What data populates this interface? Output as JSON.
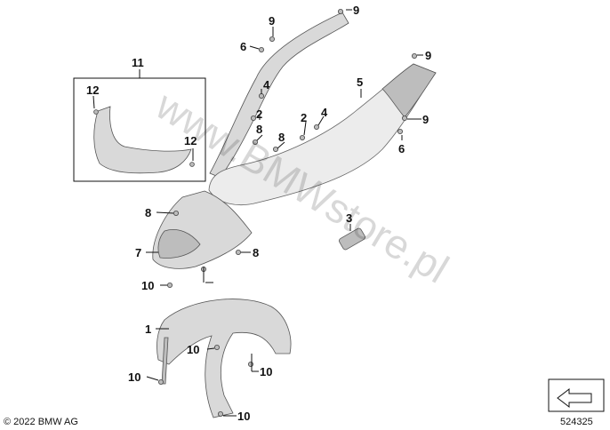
{
  "callouts": {
    "c1": "1",
    "c2a": "2",
    "c2b": "2",
    "c3": "3",
    "c4a": "4",
    "c4b": "4",
    "c5": "5",
    "c6a": "6",
    "c6b": "6",
    "c7": "7",
    "c8a": "8",
    "c8b": "8",
    "c8c": "8",
    "c8d": "8",
    "c9a": "9",
    "c9b": "9",
    "c9c": "9",
    "c9d": "9",
    "c10a": "10",
    "c10b": "10",
    "c10c": "10",
    "c10d": "10",
    "c10e": "10",
    "c11": "11",
    "c12a": "12",
    "c12b": "12"
  },
  "watermark": "www.BMWstore.pl",
  "copyright": "© 2022 BMW AG",
  "diagram_number": "524325",
  "icons": {
    "nav": "arrow-icon"
  },
  "colors": {
    "part": "#d9d9d9",
    "outline": "#555555",
    "text": "#111111"
  }
}
